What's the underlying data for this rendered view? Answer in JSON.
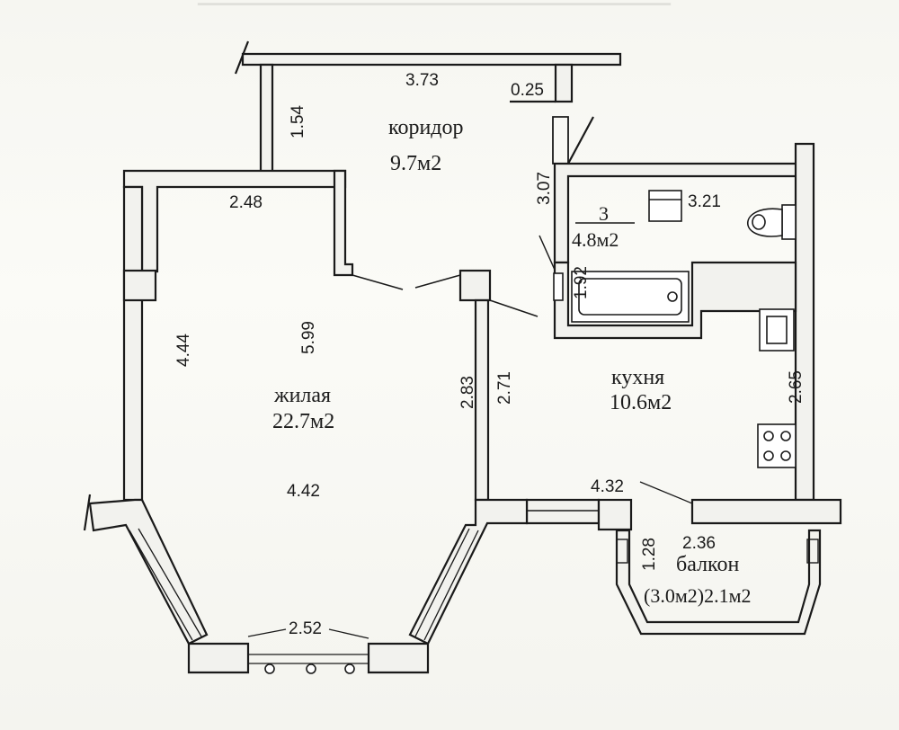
{
  "rooms": {
    "corridor": {
      "name": "коридор",
      "area": "9.7м2"
    },
    "bathroom": {
      "number": "3",
      "area": "4.8м2"
    },
    "living": {
      "name": "жилая",
      "area": "22.7м2"
    },
    "kitchen": {
      "name": "кухня",
      "area": "10.6м2"
    },
    "balcony": {
      "name": "балкон",
      "area": "(3.0м2)2.1м2"
    }
  },
  "dimensions": {
    "corridor_width": "3.73",
    "corridor_depth": "1.54",
    "niche": "0.25",
    "bath_depth": "3.07",
    "bath_width": "3.21",
    "bath_partition": "1.92",
    "living_top": "2.48",
    "living_depth": "5.99",
    "living_side": "4.44",
    "living_right_a": "2.83",
    "living_right_b": "2.71",
    "living_bottom": "4.42",
    "bay_window": "2.52",
    "kitchen_depth": "2.65",
    "kitchen_width": "4.32",
    "balcony_width": "2.36",
    "balcony_depth": "1.28"
  },
  "fixtures": [
    "toilet-icon",
    "washbasin-icon",
    "bathtub-icon",
    "sink-icon",
    "stove-icon"
  ],
  "colors": {
    "wall": "#f2f2ee",
    "line": "#1a1a1a",
    "paper": "#fbfbf7"
  }
}
